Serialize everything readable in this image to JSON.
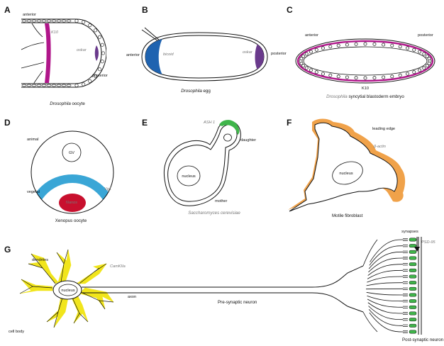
{
  "panel_letters": [
    "A",
    "B",
    "C",
    "D",
    "E",
    "F",
    "G"
  ],
  "panelA": {
    "anterior": "anterior",
    "posterior": "posterior",
    "k10": "K10",
    "oskar": "oskar",
    "caption_italic": "Drosophila",
    "caption_rest": " oocyte"
  },
  "panelB": {
    "anterior": "anterior",
    "posterior": "posterior",
    "bicoid": "bicoid",
    "oskar": "oskar",
    "caption_italic": "Drosophila",
    "caption_rest": " egg"
  },
  "panelC": {
    "anterior": "anterior",
    "posterior": "posterior",
    "k10": "K10",
    "caption_italic": "Drosophila",
    "caption_rest": " syncytial blastoderm embryo"
  },
  "panelD": {
    "animal": "animal",
    "gv": "GV",
    "vegetal": "vegetal",
    "vg1": "Vg1",
    "nanos": "Nanos",
    "caption": "Xenopus oocyte"
  },
  "panelE": {
    "ash1": "ASH 1",
    "daughter": "daughter",
    "nucleus": "nucleus",
    "mother": "mother",
    "caption": "Saccharomyces cerevisiae"
  },
  "panelF": {
    "leading_edge": "leading edge",
    "beta_actin": "β-actin",
    "nucleus": "nucleus",
    "caption": "Motile fibroblast"
  },
  "panelG": {
    "dendrites": "dendrites",
    "camkiia": "CamKIIa",
    "nucleus": "nucleus",
    "axon": "axon",
    "pre": "Pre-synaptic neuron",
    "cell_body": "cell body",
    "synapses": "synapses",
    "psd95": "PSD-95",
    "post": "Post-synaptic neuron"
  },
  "colors": {
    "magenta": "#b0168a",
    "purple": "#6a3a8c",
    "blue": "#1f63b0",
    "cyan": "#3aa6d6",
    "red": "#c8102e",
    "green": "#3fb54a",
    "orange": "#f0a24a",
    "yellow": "#f1e51c"
  }
}
